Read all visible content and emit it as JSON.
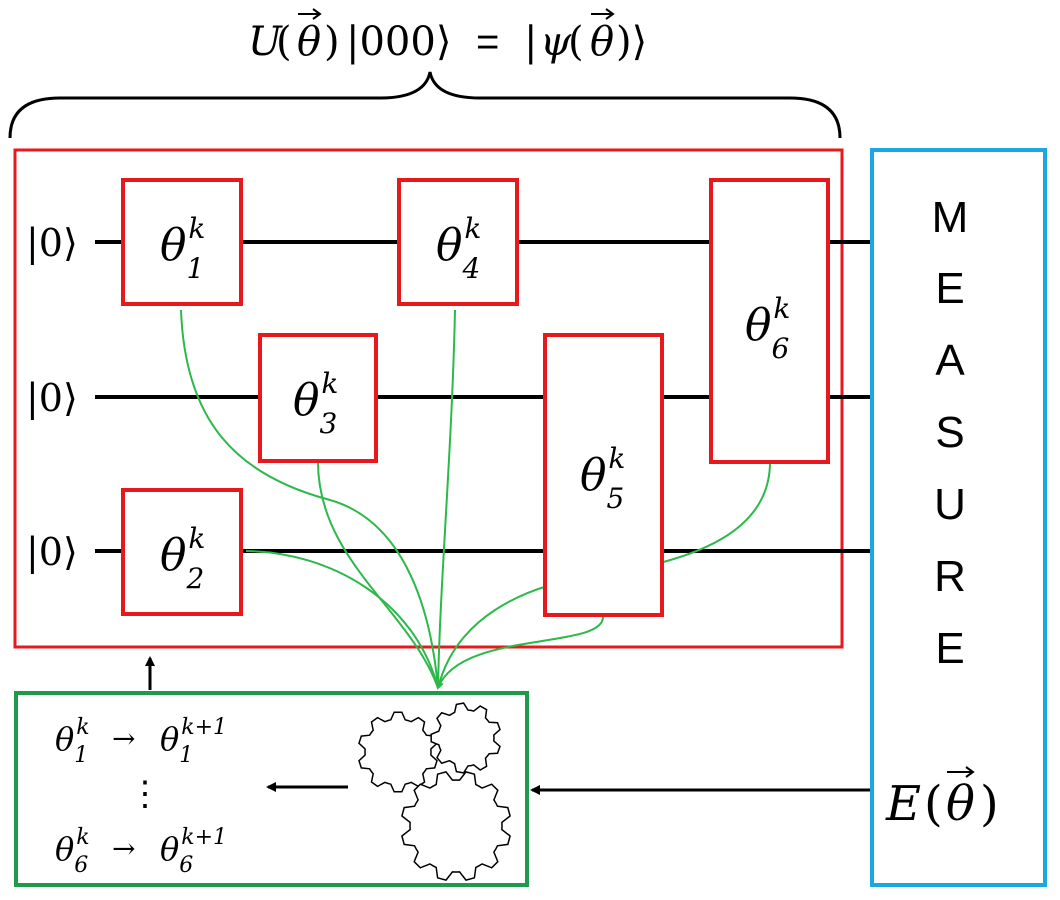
{
  "title": {
    "lhs_U": "U",
    "lhs_paren_open": "(",
    "lhs_theta": "θ",
    "lhs_paren_close": ")",
    "lhs_ket": "|000⟩",
    "equals": "=",
    "rhs_bar": "|",
    "rhs_psi": "ψ",
    "rhs_paren_open": "(",
    "rhs_theta": "θ",
    "rhs_close": ")⟩"
  },
  "qubits": [
    {
      "ket": "|0⟩"
    },
    {
      "ket": "|0⟩"
    },
    {
      "ket": "|0⟩"
    }
  ],
  "gates": [
    {
      "symbol": "θ",
      "sub": "1",
      "sup": "k"
    },
    {
      "symbol": "θ",
      "sub": "2",
      "sup": "k"
    },
    {
      "symbol": "θ",
      "sub": "3",
      "sup": "k"
    },
    {
      "symbol": "θ",
      "sub": "4",
      "sup": "k"
    },
    {
      "symbol": "θ",
      "sub": "5",
      "sup": "k"
    },
    {
      "symbol": "θ",
      "sub": "6",
      "sup": "k"
    }
  ],
  "measure": {
    "letters": [
      "M",
      "E",
      "A",
      "S",
      "U",
      "R",
      "E"
    ],
    "energy_E": "E",
    "energy_open": "(",
    "energy_theta": "θ",
    "energy_close": ")"
  },
  "optimizer": {
    "update_1": {
      "from_sub": "1",
      "from_sup": "k",
      "arrow": "→",
      "to_sub": "1",
      "to_sup": "k+1"
    },
    "dots": "⋮",
    "update_2": {
      "from_sub": "6",
      "from_sup": "k",
      "arrow": "→",
      "to_sub": "6",
      "to_sup": "k+1"
    },
    "symbol": "θ"
  },
  "colors": {
    "circuit_box": "#e8191c",
    "measure_box": "#1ba8e0",
    "optimizer_box": "#1f9a4a",
    "flow_lines": "#2db84a",
    "wire": "#000000"
  }
}
